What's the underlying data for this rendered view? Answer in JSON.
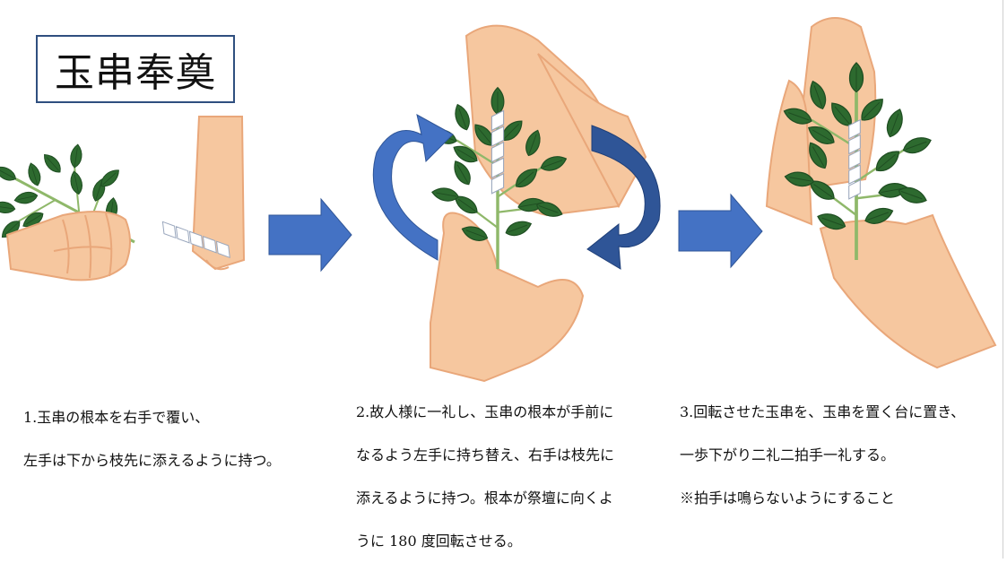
{
  "title": "玉串奉奠",
  "steps": [
    {
      "lines": [
        "1.玉串の根本を右手で覆い、",
        "左手は下から枝先に添えるように持つ。"
      ],
      "illustration": "right-fist-covering-tamagushi-base-left-hand-supporting-tip"
    },
    {
      "lines": [
        "2.故人様に一礼し、玉串の根本が手前に",
        "なるよう左手に持ち替え、右手は枝先に",
        "添えるように持つ。根本が祭壇に向くよ",
        "うに 180 度回転させる。"
      ],
      "illustration": "two-hands-holding-tamagushi-upright-with-rotation-arrows"
    },
    {
      "lines": [
        "3.回転させた玉串を、玉串を置く台に置き、",
        "一歩下がり二礼二拍手一礼する。",
        "※拍手は鳴らないようにすること"
      ],
      "illustration": "two-hands-holding-rotated-tamagushi"
    }
  ],
  "colors": {
    "skin": "#f6c79f",
    "skin_outline": "#e9a77a",
    "leaf": "#2d6a2f",
    "leaf_vein": "#1f4e22",
    "stem": "#8fb86a",
    "paper": "#ffffff",
    "paper_shade": "#cfd8e6",
    "arrow": "#4472c4",
    "arrow_dark": "#2f5597",
    "title_border": "#2f4f7f"
  },
  "icons": [
    "arrow-right-icon",
    "rotate-arrow-icon"
  ]
}
